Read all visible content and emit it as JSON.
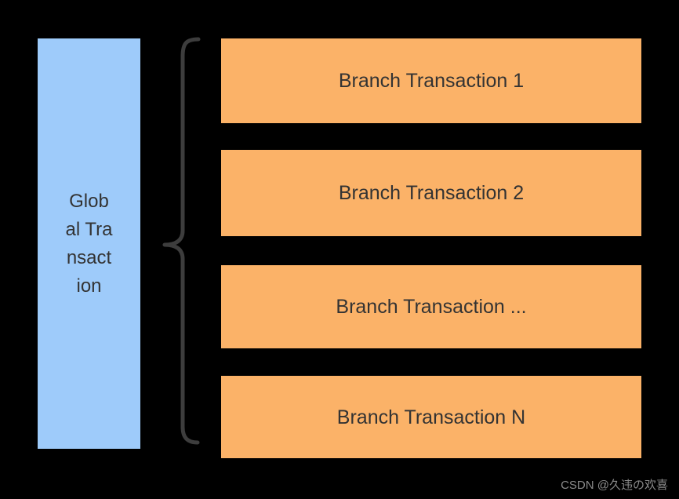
{
  "diagram": {
    "background_color": "#000000",
    "global_node": {
      "label": "Global Transaction",
      "fill_color": "#9ecbfa",
      "text_color": "#333333"
    },
    "connector": {
      "icon": "curly-brace-icon",
      "stroke_color": "#3d3d3d"
    },
    "branch_nodes": [
      {
        "label": "Branch Transaction 1",
        "fill_color": "#fbb268"
      },
      {
        "label": "Branch Transaction 2",
        "fill_color": "#fbb268"
      },
      {
        "label": "Branch Transaction ...",
        "fill_color": "#fbb268"
      },
      {
        "label": "Branch Transaction N",
        "fill_color": "#fbb268"
      }
    ]
  },
  "watermark": {
    "text": "CSDN @久违の欢喜",
    "color": "#8a8a8a"
  }
}
